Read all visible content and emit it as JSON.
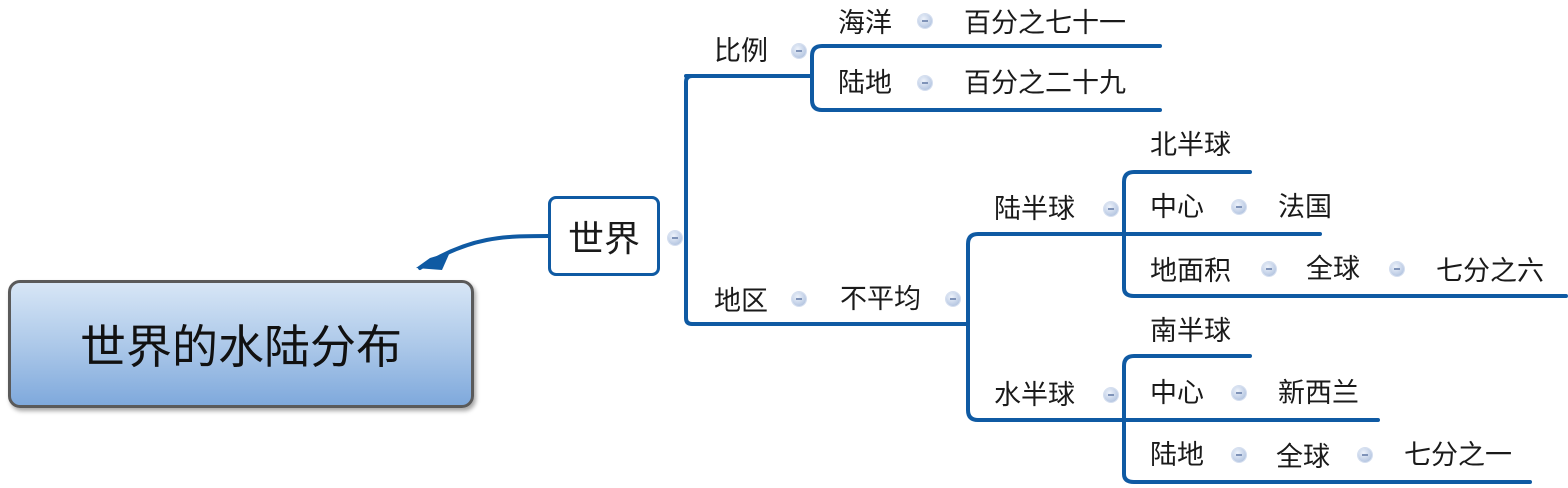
{
  "root": {
    "label": "世界的水陆分布"
  },
  "world": {
    "label": "世界"
  },
  "ratio": {
    "label": "比例",
    "ocean": {
      "label": "海洋",
      "value": "百分之七十一"
    },
    "land": {
      "label": "陆地",
      "value": "百分之二十九"
    }
  },
  "region": {
    "label": "地区",
    "uneven": "不平均",
    "land_hemisphere": {
      "label": "陆半球",
      "north": "北半球",
      "center": {
        "label": "中心",
        "value": "法国"
      },
      "land_area": {
        "label": "地面积",
        "scope": "全球",
        "value": "七分之六"
      }
    },
    "water_hemisphere": {
      "label": "水半球",
      "south": "南半球",
      "center": {
        "label": "中心",
        "value": "新西兰"
      },
      "land": {
        "label": "陆地",
        "scope": "全球",
        "value": "七分之一"
      }
    }
  },
  "colors": {
    "line": "#0f5aa3",
    "root_fill": "#a9c6e8",
    "dot": "#b9c9e3"
  }
}
